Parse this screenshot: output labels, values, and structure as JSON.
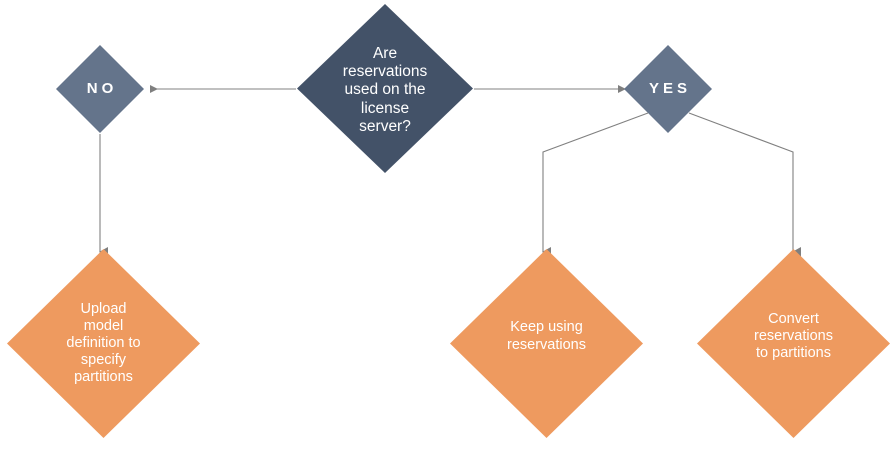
{
  "diagram": {
    "type": "flowchart",
    "title": "",
    "background_color": "#ffffff",
    "colors": {
      "decision_fill": "#435268",
      "branch_fill": "#64748b",
      "outcome_fill": "#ee9a5f",
      "connector": "#808080",
      "arrowhead": "#7f7f7f",
      "label_text": "#ffffff"
    },
    "nodes": {
      "decision": {
        "label": "Are\nreservations\nused on the\nlicense\nserver?",
        "shape": "diamond"
      },
      "branch_no": {
        "label": "NO",
        "shape": "diamond"
      },
      "branch_yes": {
        "label": "YES",
        "shape": "diamond"
      },
      "outcome_upload": {
        "label": "Upload\nmodel\ndefinition to\nspecify\npartitions",
        "shape": "diamond"
      },
      "outcome_keep": {
        "label": "Keep using\nreservations",
        "shape": "diamond"
      },
      "outcome_convert": {
        "label": "Convert\nreservations\nto partitions",
        "shape": "diamond"
      }
    },
    "edges": [
      {
        "from": "decision",
        "to": "branch_no",
        "direction": "left",
        "label": ""
      },
      {
        "from": "decision",
        "to": "branch_yes",
        "direction": "right",
        "label": ""
      },
      {
        "from": "branch_no",
        "to": "outcome_upload",
        "direction": "down",
        "label": ""
      },
      {
        "from": "branch_yes",
        "to": "outcome_keep",
        "direction": "down-left-elbow",
        "label": ""
      },
      {
        "from": "branch_yes",
        "to": "outcome_convert",
        "direction": "down-right-elbow",
        "label": ""
      }
    ]
  }
}
